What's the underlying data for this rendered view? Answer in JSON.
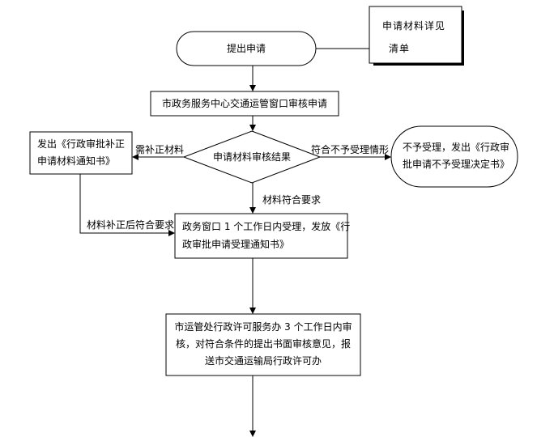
{
  "note": {
    "line1": "申请材料详见",
    "line2": "清单"
  },
  "nodes": {
    "start": "提出申请",
    "review_request": "市政务服务中心交通运管窗口审核申请",
    "decision": "申请材料审核结果",
    "notify_supplement": {
      "line1": "发出《行政审批补正",
      "line2": "申请材料通知书》"
    },
    "reject": {
      "line1": "不予受理，发出《行政审",
      "line2": "批申请不予受理决定书》"
    },
    "accept": {
      "line1": "政务窗口 1 个工作日内受理，发放《行",
      "line2": "政审批申请受理通知书》"
    },
    "transport_review": {
      "line1": "市运管处行政许可服务办 3 个工作日内审",
      "line2": "核，对符合条件的提出书面审核意见，报",
      "line3": "送市交通运输局行政许可办"
    }
  },
  "edges": {
    "need_supplement": "需补正材料",
    "reject_condition": "符合不予受理情形",
    "materials_ok": "材料符合要求",
    "supplement_ok": "材料补正后符合要求"
  }
}
